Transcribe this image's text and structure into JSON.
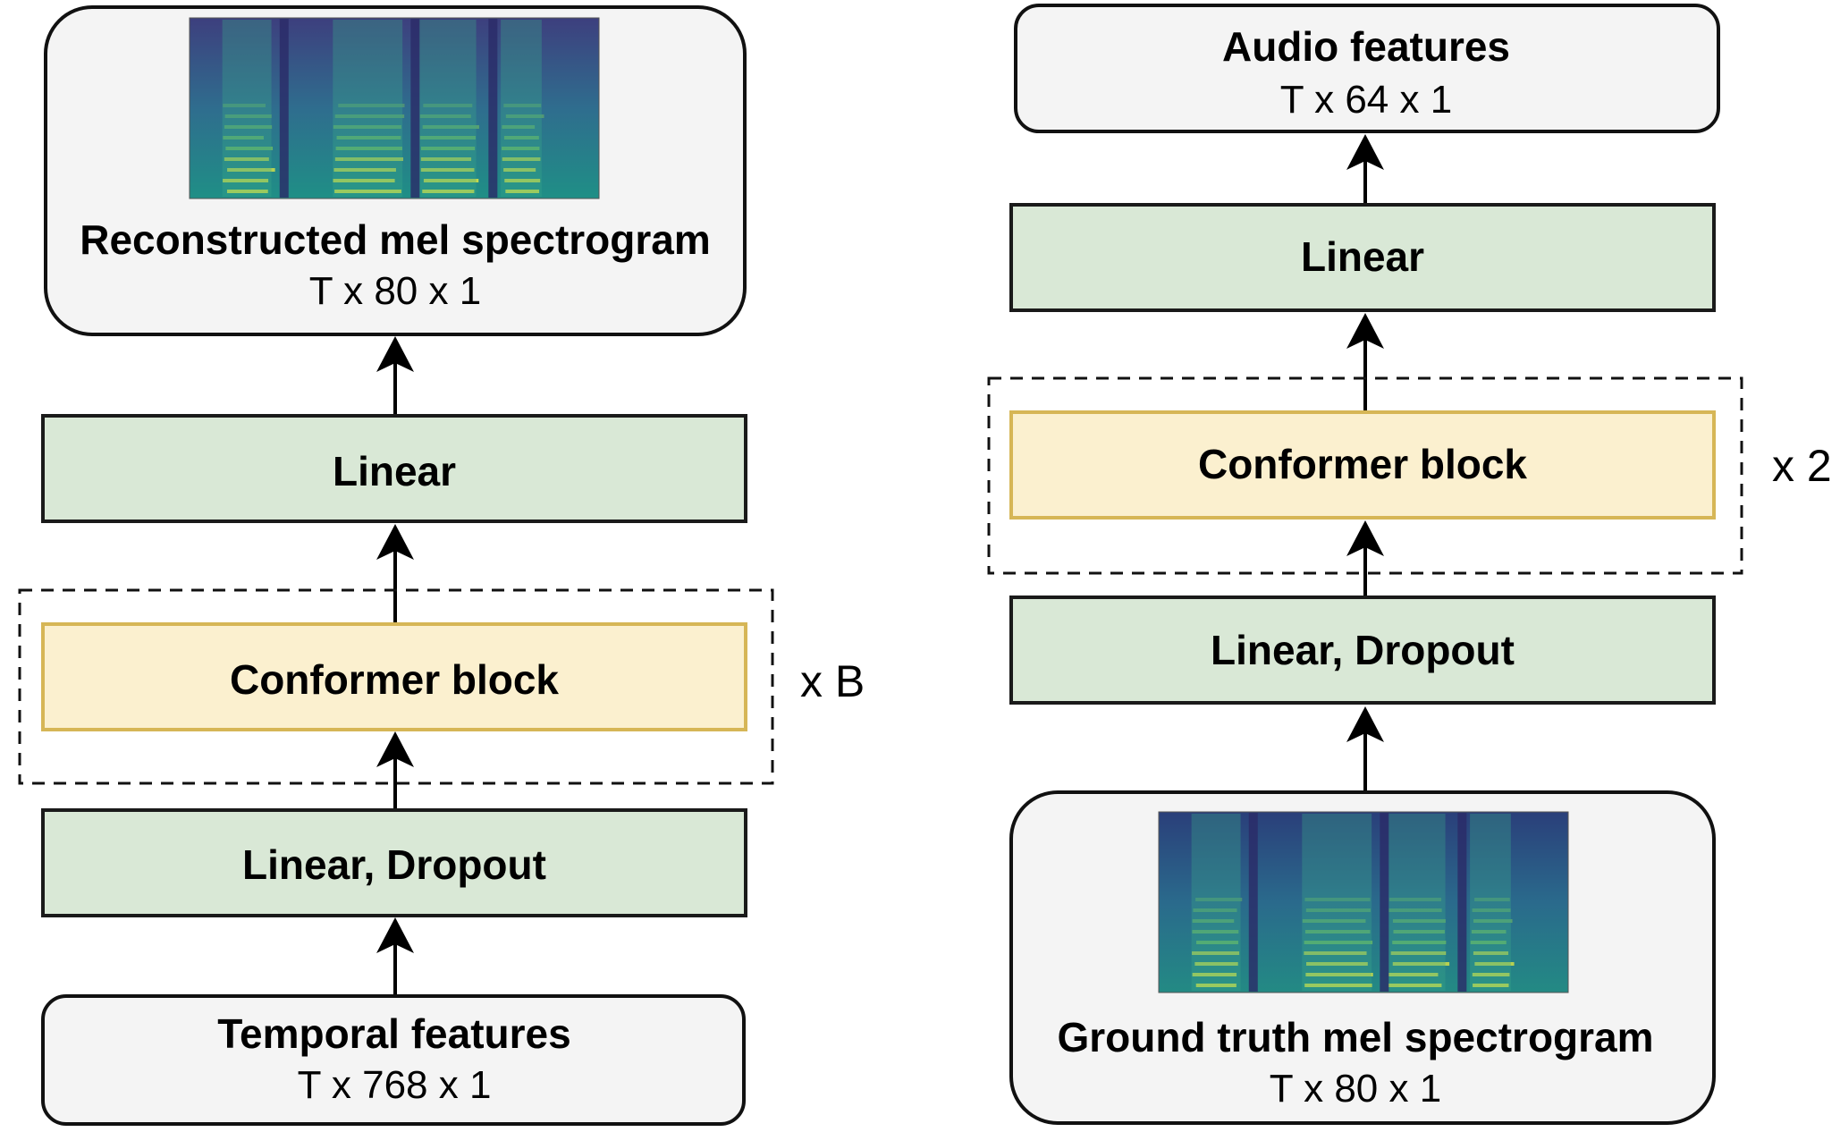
{
  "colors": {
    "linear_fill": "#d9e8d6",
    "linear_stroke": "#1a1a1a",
    "conformer_fill": "#fbf0cf",
    "conformer_stroke": "#d6b656",
    "io_fill": "#f4f4f4",
    "io_stroke": "#111111",
    "spectrogram_bg": "#3b4f8c",
    "spectrogram_band": "#d6e44a"
  },
  "decoder": {
    "output_box": {
      "title": "Reconstructed mel spectrogram",
      "shape": "T x 80 x 1",
      "image": "mel-spectrogram-image"
    },
    "linear_label": "Linear",
    "conformer_label": "Conformer block",
    "repeat_label": "x B",
    "input_linear_label": "Linear, Dropout",
    "input_box": {
      "title": "Temporal features",
      "shape": "T x 768 x 1"
    }
  },
  "encoder": {
    "output_box": {
      "title": "Audio features",
      "shape": "T x 64 x 1"
    },
    "linear_label": "Linear",
    "conformer_label": "Conformer block",
    "repeat_label": "x 2",
    "input_linear_label": "Linear, Dropout",
    "input_box": {
      "title": "Ground truth mel spectrogram",
      "shape": "T x 80 x 1",
      "image": "mel-spectrogram-image"
    }
  }
}
